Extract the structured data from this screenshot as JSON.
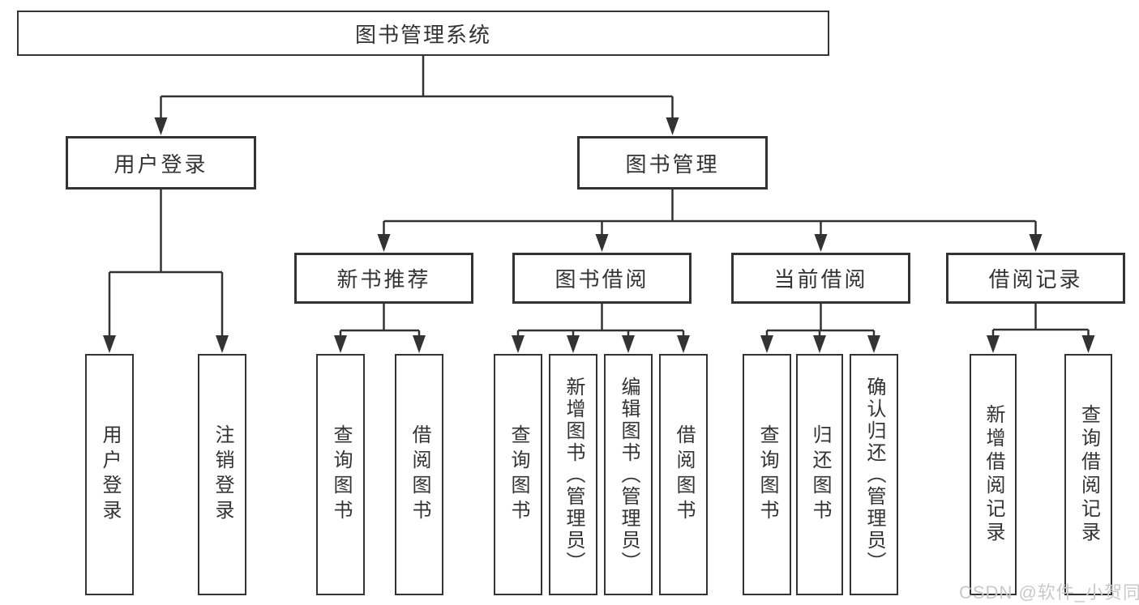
{
  "diagram": {
    "title": "图书管理系统",
    "root": {
      "label": "图书管理系统"
    },
    "branches": [
      {
        "label": "用户登录",
        "children": [
          {
            "label": "用户登录"
          },
          {
            "label": "注销登录"
          }
        ]
      },
      {
        "label": "图书管理",
        "children": [
          {
            "label": "新书推荐",
            "children": [
              {
                "label": "查询图书"
              },
              {
                "label": "借阅图书"
              }
            ]
          },
          {
            "label": "图书借阅",
            "children": [
              {
                "label": "查询图书"
              },
              {
                "label": "新增图书（管理员）"
              },
              {
                "label": "编辑图书（管理员）"
              },
              {
                "label": "借阅图书"
              }
            ]
          },
          {
            "label": "当前借阅",
            "children": [
              {
                "label": "查询图书"
              },
              {
                "label": "归还图书"
              },
              {
                "label": "确认归还（管理员）"
              }
            ]
          },
          {
            "label": "借阅记录",
            "children": [
              {
                "label": "新增借阅记录"
              },
              {
                "label": "查询借阅记录"
              }
            ]
          }
        ]
      }
    ]
  },
  "watermark": {
    "text": "CSDN @软件_小贺同学"
  },
  "colors": {
    "line": "#333333",
    "box_border": "#333333",
    "text": "#333333",
    "watermark": "#c9c9c9",
    "background": "#ffffff"
  }
}
